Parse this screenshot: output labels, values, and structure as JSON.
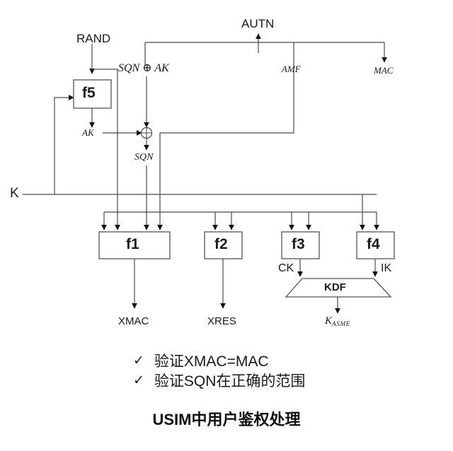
{
  "diagram": {
    "title": "USIM中用户鉴权处理",
    "inputs": {
      "rand": "RAND",
      "k": "K"
    },
    "functions": [
      {
        "id": "f5",
        "label": "f5"
      },
      {
        "id": "f1",
        "label": "f1"
      },
      {
        "id": "f2",
        "label": "f2"
      },
      {
        "id": "f3",
        "label": "f3"
      },
      {
        "id": "f4",
        "label": "f4"
      }
    ],
    "kdf": {
      "label": "KDF"
    },
    "operators": {
      "xor": "⊕"
    },
    "signals": {
      "autn": "AUTN",
      "sqn_xor_ak": "SQN ⊕ AK",
      "amf": "AMF",
      "mac": "MAC",
      "ak": "AK",
      "sqn": "SQN",
      "ck": "CK",
      "ik": "IK",
      "xmac": "XMAC",
      "xres": "XRES",
      "kasme_base": "K",
      "kasme_sub": "ASME"
    },
    "checks": [
      {
        "mark": "✓",
        "text": "验证XMAC=MAC"
      },
      {
        "mark": "✓",
        "text": "验证SQN在正确的范围"
      }
    ],
    "colors": {
      "line": "#4a4a4a",
      "arrow": "#111111",
      "box_stroke": "#555555",
      "background": "#ffffff",
      "text": "#1a1a1a"
    }
  }
}
